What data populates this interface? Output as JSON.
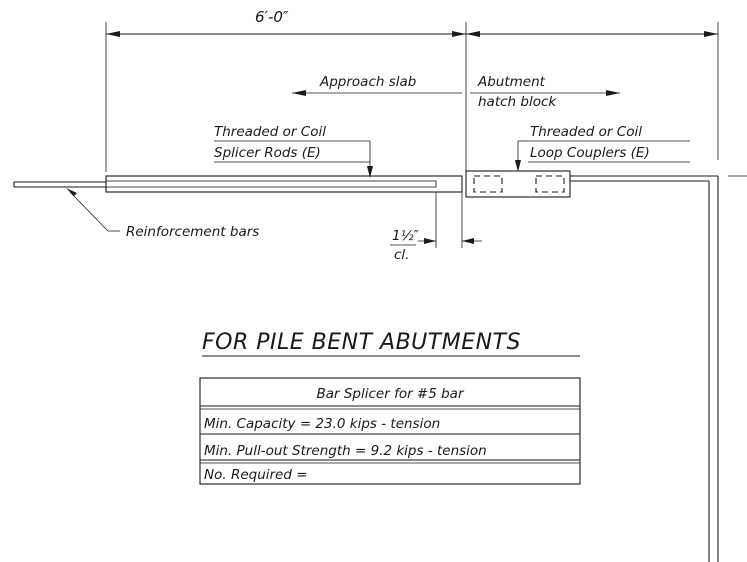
{
  "dimension": {
    "overall": "6′-0″"
  },
  "labels": {
    "approach_slab": "Approach slab",
    "abutment_line1": "Abutment",
    "abutment_line2": "hatch block",
    "splicer_rods_line1": "Threaded or Coil",
    "splicer_rods_line2": "Splicer Rods (E)",
    "loop_couplers_line1": "Threaded or Coil",
    "loop_couplers_line2": "Loop Couplers (E)",
    "reinforcement": "Reinforcement bars",
    "clearance_value": "1½″",
    "clearance_unit": "cl."
  },
  "heading": "FOR PILE BENT ABUTMENTS",
  "table": {
    "title": "Bar Splicer for #5 bar",
    "rows": [
      "Min. Capacity = 23.0 kips - tension",
      "Min. Pull-out Strength = 9.2 kips - tension",
      "No. Required ="
    ]
  }
}
